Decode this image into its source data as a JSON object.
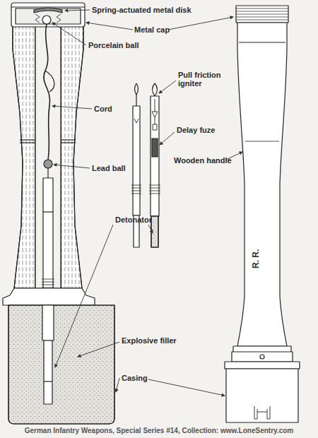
{
  "diagram": {
    "caption": "German Infantry Weapons, Special Series #14, Collection: www.LoneSentry.com",
    "labels": [
      "Spring-actuated metal disk",
      "Metal cap",
      "Porcelain ball",
      "Cord",
      "Lead ball",
      "Pull friction igniter",
      "Delay fuze",
      "Wooden handle",
      "Detonator",
      "Explosive filler",
      "Casing",
      "R. R."
    ]
  }
}
